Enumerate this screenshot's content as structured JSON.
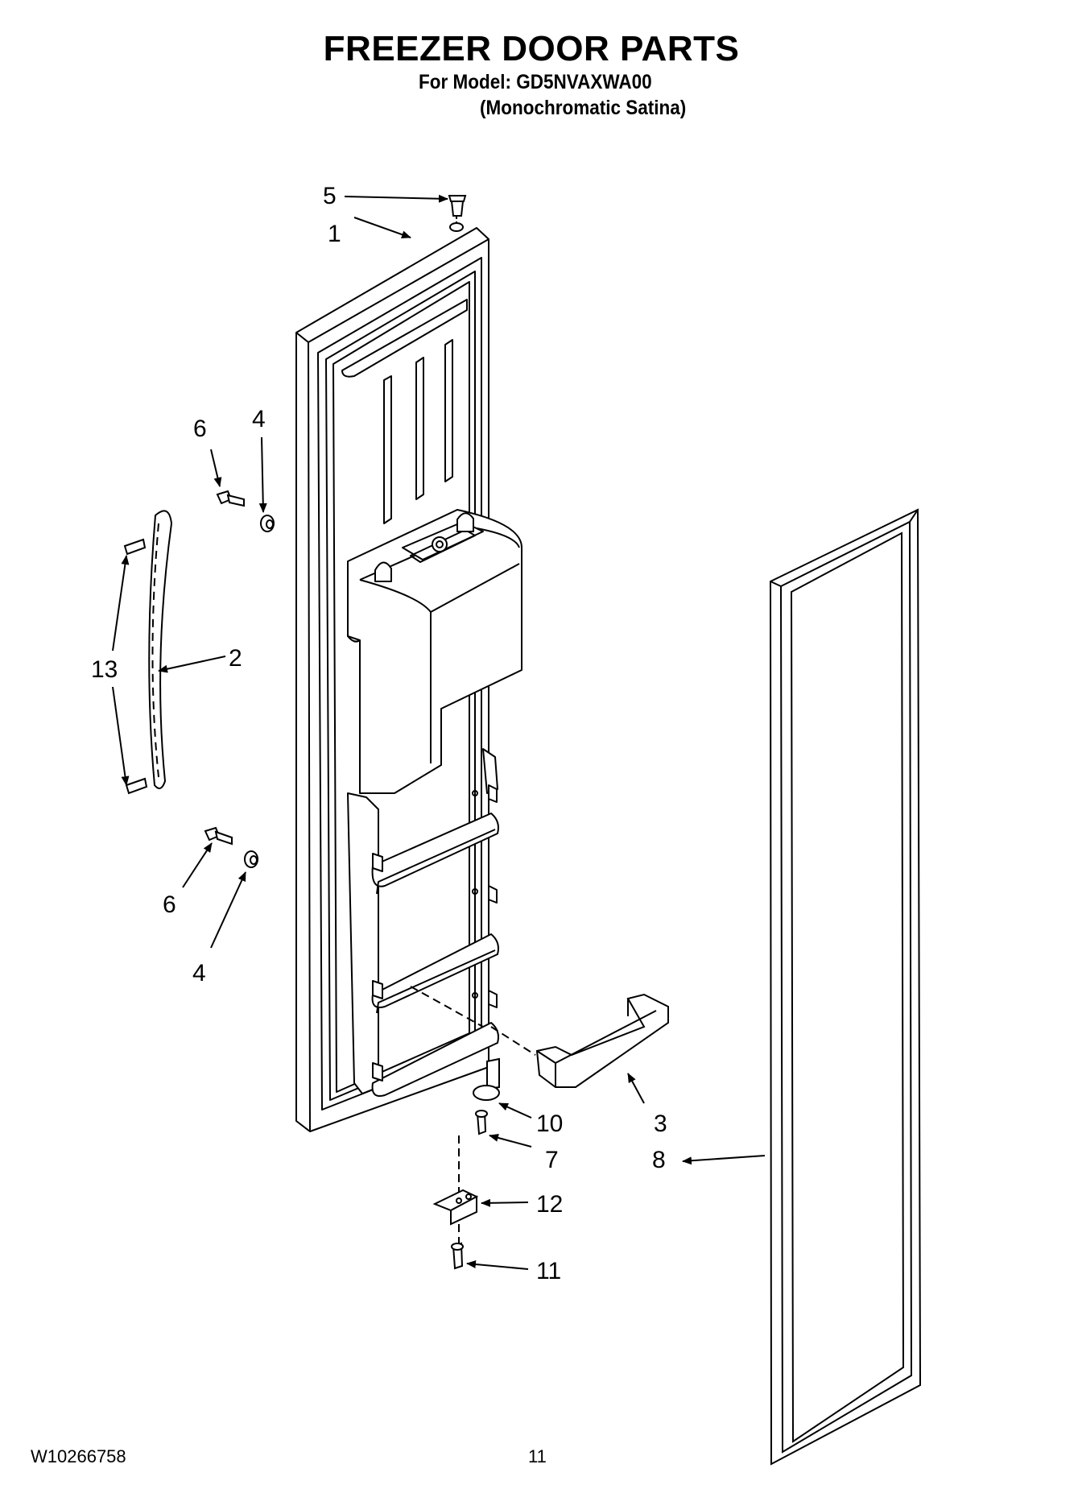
{
  "header": {
    "title": "FREEZER DOOR PARTS",
    "model_line": "For Model: GD5NVAXWA00",
    "finish_line": "(Monochromatic Satina)"
  },
  "callouts": {
    "c1": "1",
    "c2": "2",
    "c3": "3",
    "c4a": "4",
    "c4b": "4",
    "c5": "5",
    "c6a": "6",
    "c6b": "6",
    "c7": "7",
    "c8": "8",
    "c10": "10",
    "c11": "11",
    "c12": "12",
    "c13": "13"
  },
  "footer": {
    "doc_number": "W10266758",
    "page_number": "11"
  }
}
